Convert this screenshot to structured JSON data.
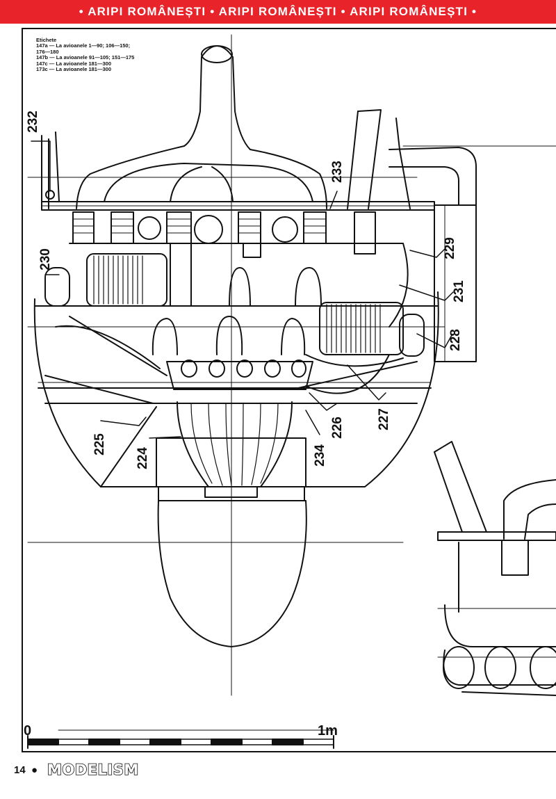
{
  "header": {
    "banner_text": "• ARIPI ROMÂNEȘTI • ARIPI ROMÂNEȘTI • ARIPI ROMÂNEȘTI •",
    "banner_color": "#e8232a"
  },
  "legend": {
    "title": "Etichete",
    "lines": [
      "147a — La avioanele 1—90; 106—150;",
      "176—180",
      "147b — La avioanele 91—105; 151—175",
      "147c — La avioanele 181—300",
      "173c — La avioanele 181—300"
    ]
  },
  "callouts": [
    "232",
    "233",
    "229",
    "230",
    "231",
    "228",
    "227",
    "226",
    "234",
    "225",
    "224"
  ],
  "scale": {
    "start": "0",
    "end": "1m"
  },
  "footer": {
    "page_number": "14",
    "dot": "●",
    "magazine": "MODELISM"
  }
}
